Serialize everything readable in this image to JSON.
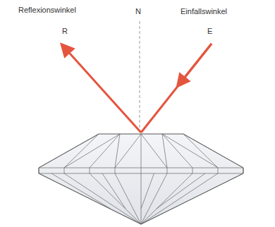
{
  "diagram": {
    "labels": [
      "Reflexionswinkel",
      "N",
      "Einfallswinkel",
      "R",
      "E"
    ]
  }
}
